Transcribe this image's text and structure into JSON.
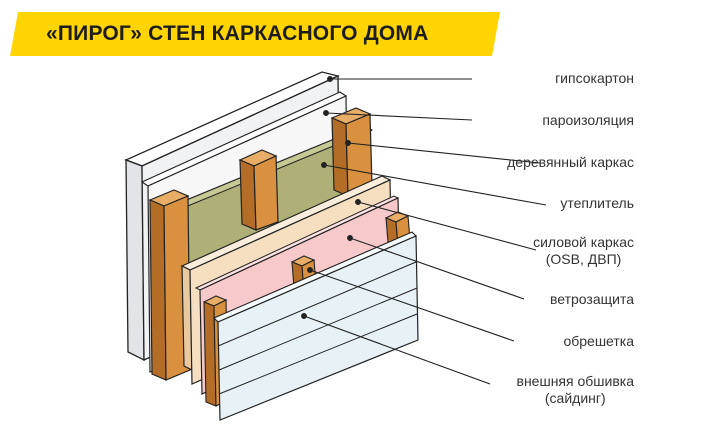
{
  "title": "«ПИРОГ» СТЕН КАРКАСНОГО ДОМА",
  "colors": {
    "banner": "#ffd400",
    "drywall": "#f1f2f4",
    "vapor": "#f7f7f7",
    "wood": "#d9913f",
    "wood_dark": "#b36d26",
    "insulation": "#aeb077",
    "osb": "#f6dfc0",
    "windproof": "#f7c9cb",
    "siding": "#e7f1f6",
    "leader": "#222222"
  },
  "layers": [
    {
      "id": "drywall",
      "label": "гипсокартон"
    },
    {
      "id": "vapor",
      "label": "пароизоляция"
    },
    {
      "id": "frame",
      "label": "деревянный каркас"
    },
    {
      "id": "insulation",
      "label": "утеплитель"
    },
    {
      "id": "osb",
      "label": "силовой каркас",
      "sublabel": "(OSB, ДВП)"
    },
    {
      "id": "windproof",
      "label": "ветрозащита"
    },
    {
      "id": "battens",
      "label": "обрешетка"
    },
    {
      "id": "siding",
      "label": "внешняя обшивка",
      "sublabel": "(сайдинг)"
    }
  ]
}
